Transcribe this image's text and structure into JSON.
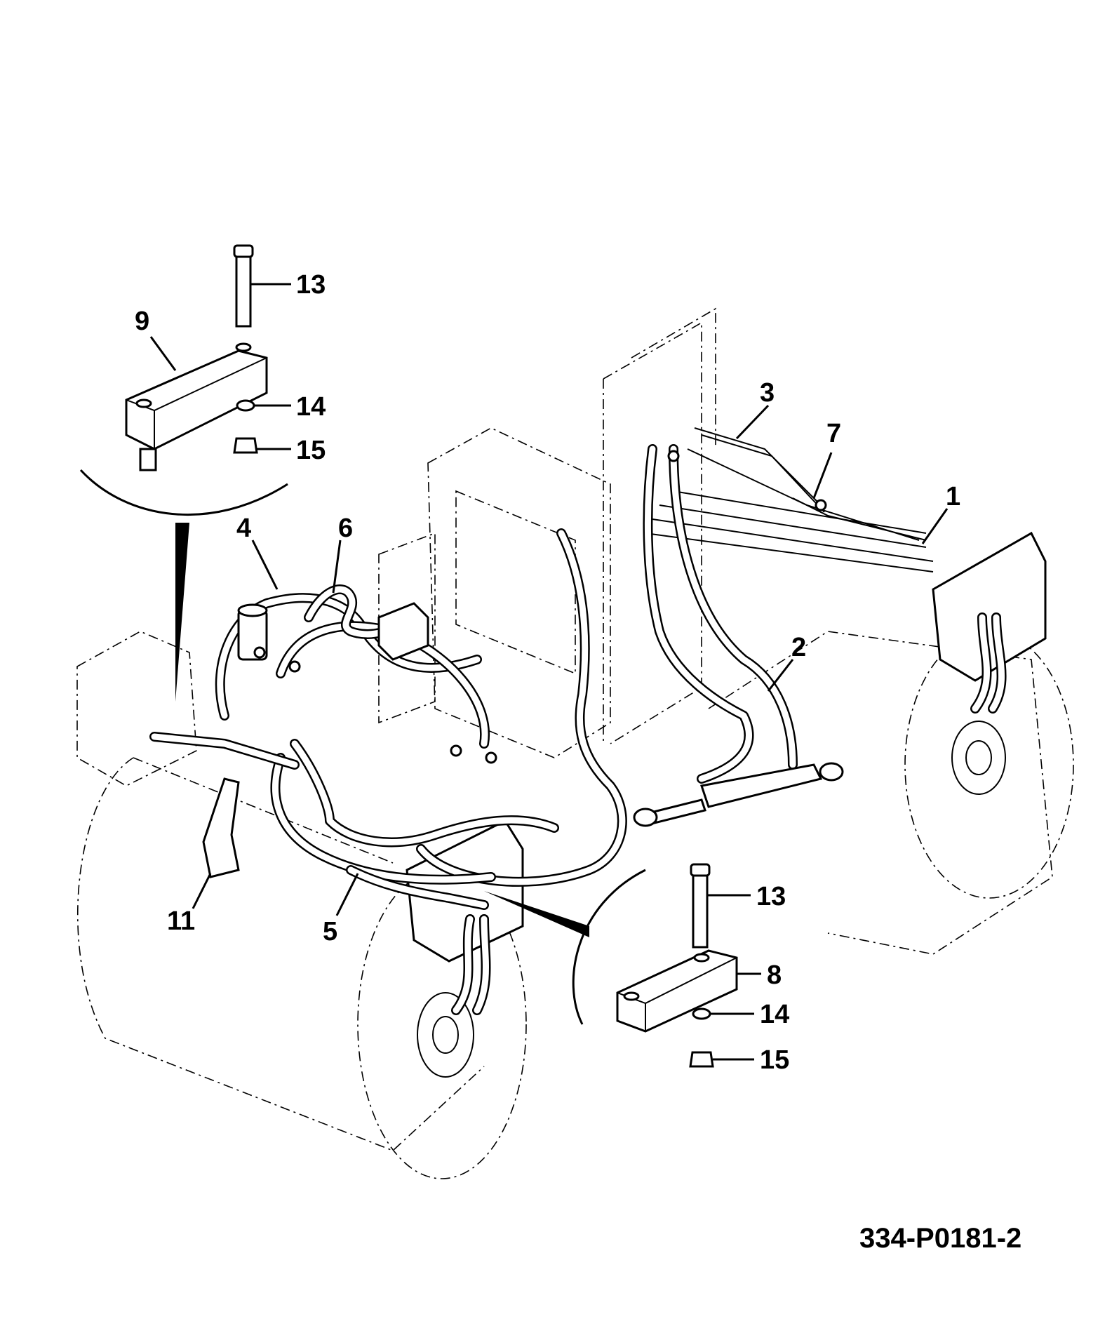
{
  "drawing_code": "334-P0181-2",
  "callouts": [
    {
      "id": "c1",
      "label": "1"
    },
    {
      "id": "c2",
      "label": "2"
    },
    {
      "id": "c3",
      "label": "3"
    },
    {
      "id": "c4",
      "label": "4"
    },
    {
      "id": "c5",
      "label": "5"
    },
    {
      "id": "c6",
      "label": "6"
    },
    {
      "id": "c7",
      "label": "7"
    },
    {
      "id": "c8",
      "label": "8"
    },
    {
      "id": "c9",
      "label": "9"
    },
    {
      "id": "c11",
      "label": "11"
    },
    {
      "id": "c13a",
      "label": "13"
    },
    {
      "id": "c14a",
      "label": "14"
    },
    {
      "id": "c15a",
      "label": "15"
    },
    {
      "id": "c13b",
      "label": "13"
    },
    {
      "id": "c14b",
      "label": "14"
    },
    {
      "id": "c15b",
      "label": "15"
    }
  ]
}
